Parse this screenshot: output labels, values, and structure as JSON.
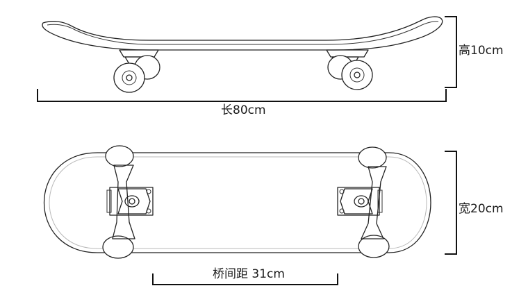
{
  "dimensions": {
    "height": "高10cm",
    "length": "长80cm",
    "width": "宽20cm",
    "wheelbase": "桥间距 31cm"
  }
}
